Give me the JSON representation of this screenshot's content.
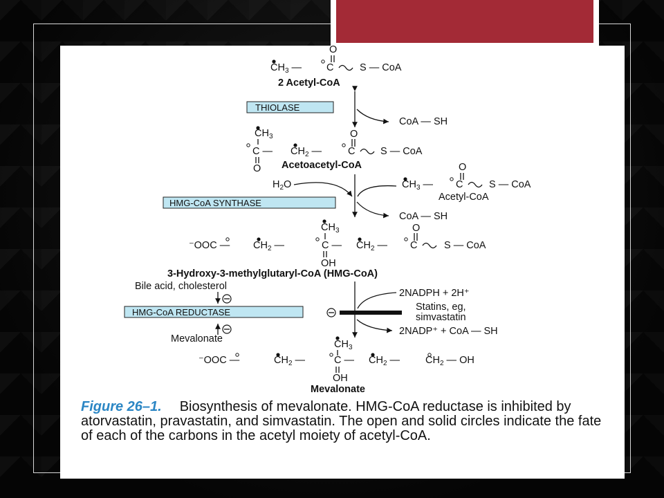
{
  "slide": {
    "accent_color": "#a32a36",
    "background": "#0d0d0d"
  },
  "diagram": {
    "acetyl_coa": {
      "formula": "CH3—C∾S—CoA",
      "oxygen": "O",
      "name": "2 Acetyl-CoA"
    },
    "thiolase": {
      "enzyme": "THIOLASE",
      "product": "CoA — SH"
    },
    "acetoacetyl_coa": {
      "name": "Acetoacetyl-CoA"
    },
    "hmg_synthase": {
      "enzyme": "HMG-CoA SYNTHASE",
      "water": "H2O",
      "cosubstrate_name": "Acetyl-CoA",
      "product": "CoA — SH"
    },
    "hmg_coa": {
      "name": "3-Hydroxy-3-methylglutaryl-CoA (HMG-CoA)"
    },
    "reductase": {
      "enzyme": "HMG-CoA REDUCTASE",
      "inhibitor_top": "Bile acid, cholesterol",
      "inhibitor_bottom": "Mevalonate",
      "cofactor_in": "2NADPH + 2H⁺",
      "statins_line1": "Statins, eg,",
      "statins_line2": "simvastatin",
      "cofactor_out": "2NADP⁺ + CoA — SH"
    },
    "mevalonate": {
      "name": "Mevalonate"
    }
  },
  "caption": {
    "label": "Figure 26–1.",
    "text": "Biosynthesis of mevalonate. HMG-CoA reductase is inhibited by atorvastatin, pravastatin, and simvastatin. The open and solid circles indicate the fate of each of the carbons in the acetyl moiety of acetyl-CoA."
  }
}
